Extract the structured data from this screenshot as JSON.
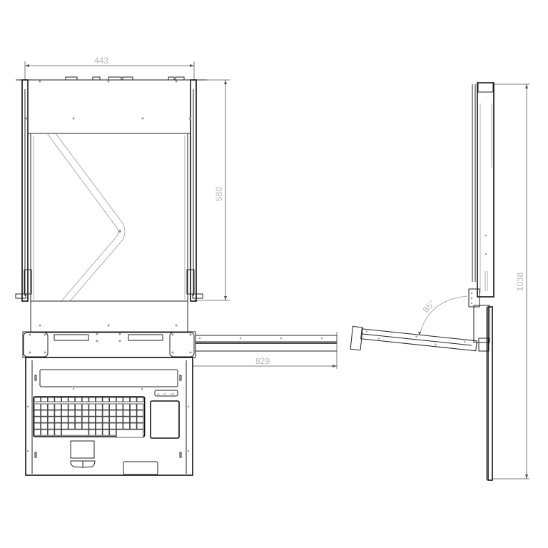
{
  "drawing": {
    "type": "technical-drawing",
    "subject": "Rack-mount LCD console drawer with keyboard and touchpad",
    "views": [
      "front-view",
      "side-view"
    ],
    "dimensions": {
      "width": "443",
      "screen_height": "580",
      "extended_depth": "829",
      "total_height": "1038",
      "open_angle": "85°"
    },
    "keyboard": {
      "rows": 6,
      "indicators": 3
    },
    "colors": {
      "line": "#222222",
      "dimension_text": "#b8b8b8",
      "background": "#ffffff"
    }
  }
}
